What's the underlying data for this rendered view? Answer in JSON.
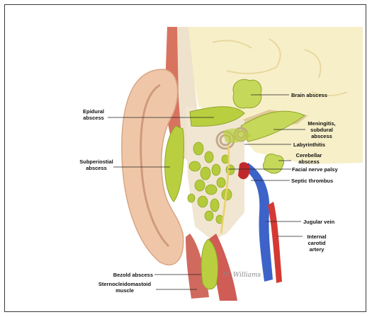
{
  "labels": {
    "brain_abscess": "Brain abscess",
    "epidural_abscess": [
      "Epidural",
      "abscess"
    ],
    "meningitis": [
      "Meningitis,",
      "subdural",
      "abscess"
    ],
    "labyrinthitis": "Labyrinthitis",
    "cerebellar_abscess": [
      "Cerebellar",
      "abscess"
    ],
    "subperiosteal_abscess": [
      "Subperiostial",
      "abscess"
    ],
    "facial_nerve_palsy": "Facial nerve palsy",
    "septic_thrombus": "Septic thrombus",
    "jugular_vein": "Jugular vein",
    "internal_carotid": [
      "Internal",
      "carotid",
      "artery"
    ],
    "bezold_abscess": "Bezold abscess",
    "sternocleidomastoid": [
      "Sternocleidomastoid",
      "muscle"
    ]
  },
  "signature": "M. Williams",
  "colors": {
    "brain": "#f6edbf",
    "abscess": "#b9cf3f",
    "abscess_dark": "#8ea52a",
    "skin": "#efc7a8",
    "muscle": "#c9524d",
    "vein": "#3d63c9",
    "artery": "#d43a33"
  }
}
